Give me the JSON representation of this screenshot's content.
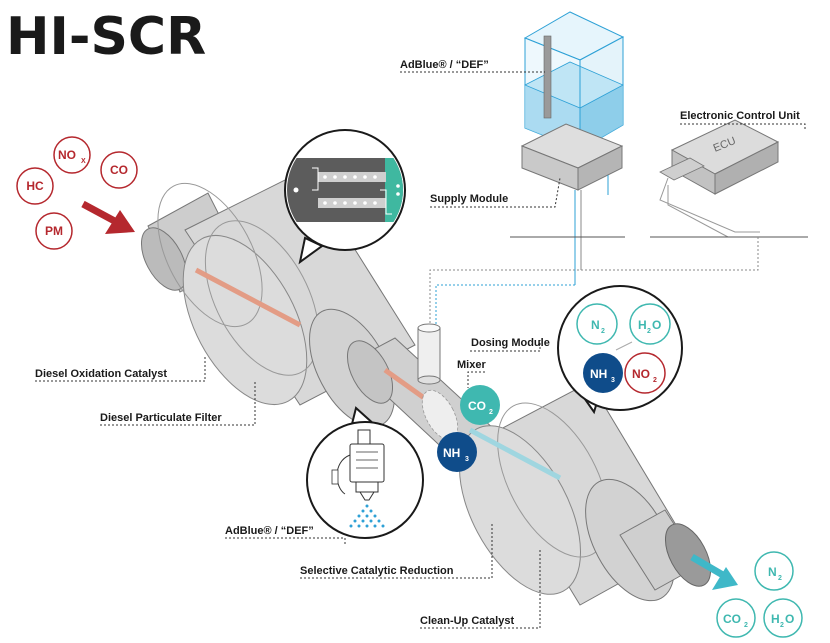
{
  "logo": {
    "text": "HI-SCR"
  },
  "labels": {
    "adblue_top": "AdBlue® / “DEF”",
    "supply_module": "Supply Module",
    "ecu_title": "Electronic Control Unit",
    "ecu_box": "ECU",
    "dosing_module": "Dosing Module",
    "mixer": "Mixer",
    "doc": "Diesel Oxidation Catalyst",
    "dpf": "Diesel Particulate Filter",
    "adblue_bottom": "AdBlue® / “DEF”",
    "scr": "Selective Catalytic Reduction",
    "cuc": "Clean-Up Catalyst"
  },
  "pollutants": {
    "nox": {
      "main": "NO",
      "sub": "X"
    },
    "co": "CO",
    "hc": "HC",
    "pm": "PM"
  },
  "reaction": {
    "co2": {
      "main": "CO",
      "sub": "2"
    },
    "nh3": {
      "main": "NH",
      "sub": "3"
    }
  },
  "products_bubble": {
    "n2": {
      "main": "N",
      "sub": "2"
    },
    "h2o": {
      "main": "H",
      "sub1": "2",
      "tail": "O"
    },
    "nh3": {
      "main": "NH",
      "sub": "3"
    },
    "no2": {
      "main": "NO",
      "sub": "2"
    }
  },
  "outputs": {
    "n2": {
      "main": "N",
      "sub": "2"
    },
    "co2": {
      "main": "CO",
      "sub": "2"
    },
    "h2o": {
      "main": "H",
      "sub1": "2",
      "tail": "O"
    }
  },
  "colors": {
    "pollutant_red": "#b5282e",
    "teal": "#3fb8b0",
    "navy": "#0f4c8a",
    "water_blue": "#9fd6ee",
    "outlet_teal": "#3fb8c8",
    "copper": "#e39c85"
  }
}
